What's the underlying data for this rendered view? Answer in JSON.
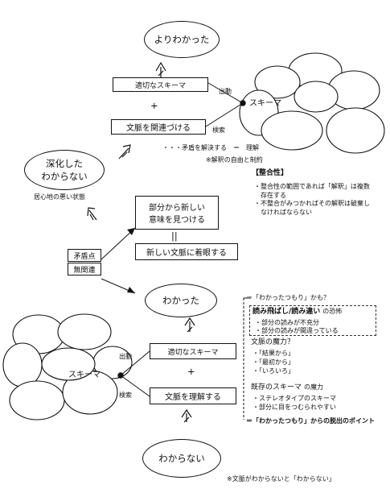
{
  "nodes": {
    "top_ellipse": "よりわかった",
    "deep_ellipse_l1": "深化した",
    "deep_ellipse_l2": "わからない",
    "wakatta_ellipse": "わかった",
    "wakaranai_ellipse": "わからない",
    "schema_cluster_top": "スキーマ",
    "schema_cluster_bottom": "スキーマ",
    "appropriate_schema_top": "適切なスキーマ",
    "appropriate_schema_bottom": "適切なスキーマ",
    "relate_context": "文脈を関連づける",
    "understand_context": "文脈を理解する",
    "new_meaning_l1": "部分から新しい",
    "new_meaning_l2": "意味を見つける",
    "new_context": "新しい文脈に着眼する",
    "contradiction": "矛盾点",
    "irrelevant": "無関連"
  },
  "symbols": {
    "plus_top": "+",
    "plus_bottom": "+",
    "equals_mid": "||"
  },
  "labels": {
    "output_top": "出動",
    "search_top": "検索",
    "output_bottom": "出動",
    "search_bottom": "検索",
    "uncomfortable": "居心地の悪い状態",
    "resolve_formula": "・・・矛盾を解決する　＝　理解",
    "freedom_note": "※解釈の自由と制約"
  },
  "consistency": {
    "title": "【整合性】",
    "items": [
      "整合性の範囲であれば「解釈」は複数存在する",
      "不整合がみつかればその解釈は破棄しなければならない"
    ]
  },
  "pitfall_panel": {
    "header": "＝「わかったつもり」かも？",
    "sec1_title": "読み飛ばし/読み違い",
    "sec1_suffix": "の恐怖",
    "sec1_items": [
      "部分の読みが不充分",
      "部分の読みが間違っている"
    ],
    "sec2_title": "文脈の魔力？",
    "sec2_items": [
      "「結果から」",
      "「最初から」",
      "「いろいろ」"
    ],
    "sec3_title": "既存のスキーマ",
    "sec3_suffix": "の魔力",
    "sec3_items": [
      "ステレオタイプのスキーマ",
      "部分に目をつむられやすい"
    ],
    "footer": "＝「わかったつもり」からの脱出のポイント"
  },
  "bottom_note": "※文脈がわからないと「わからない」"
}
